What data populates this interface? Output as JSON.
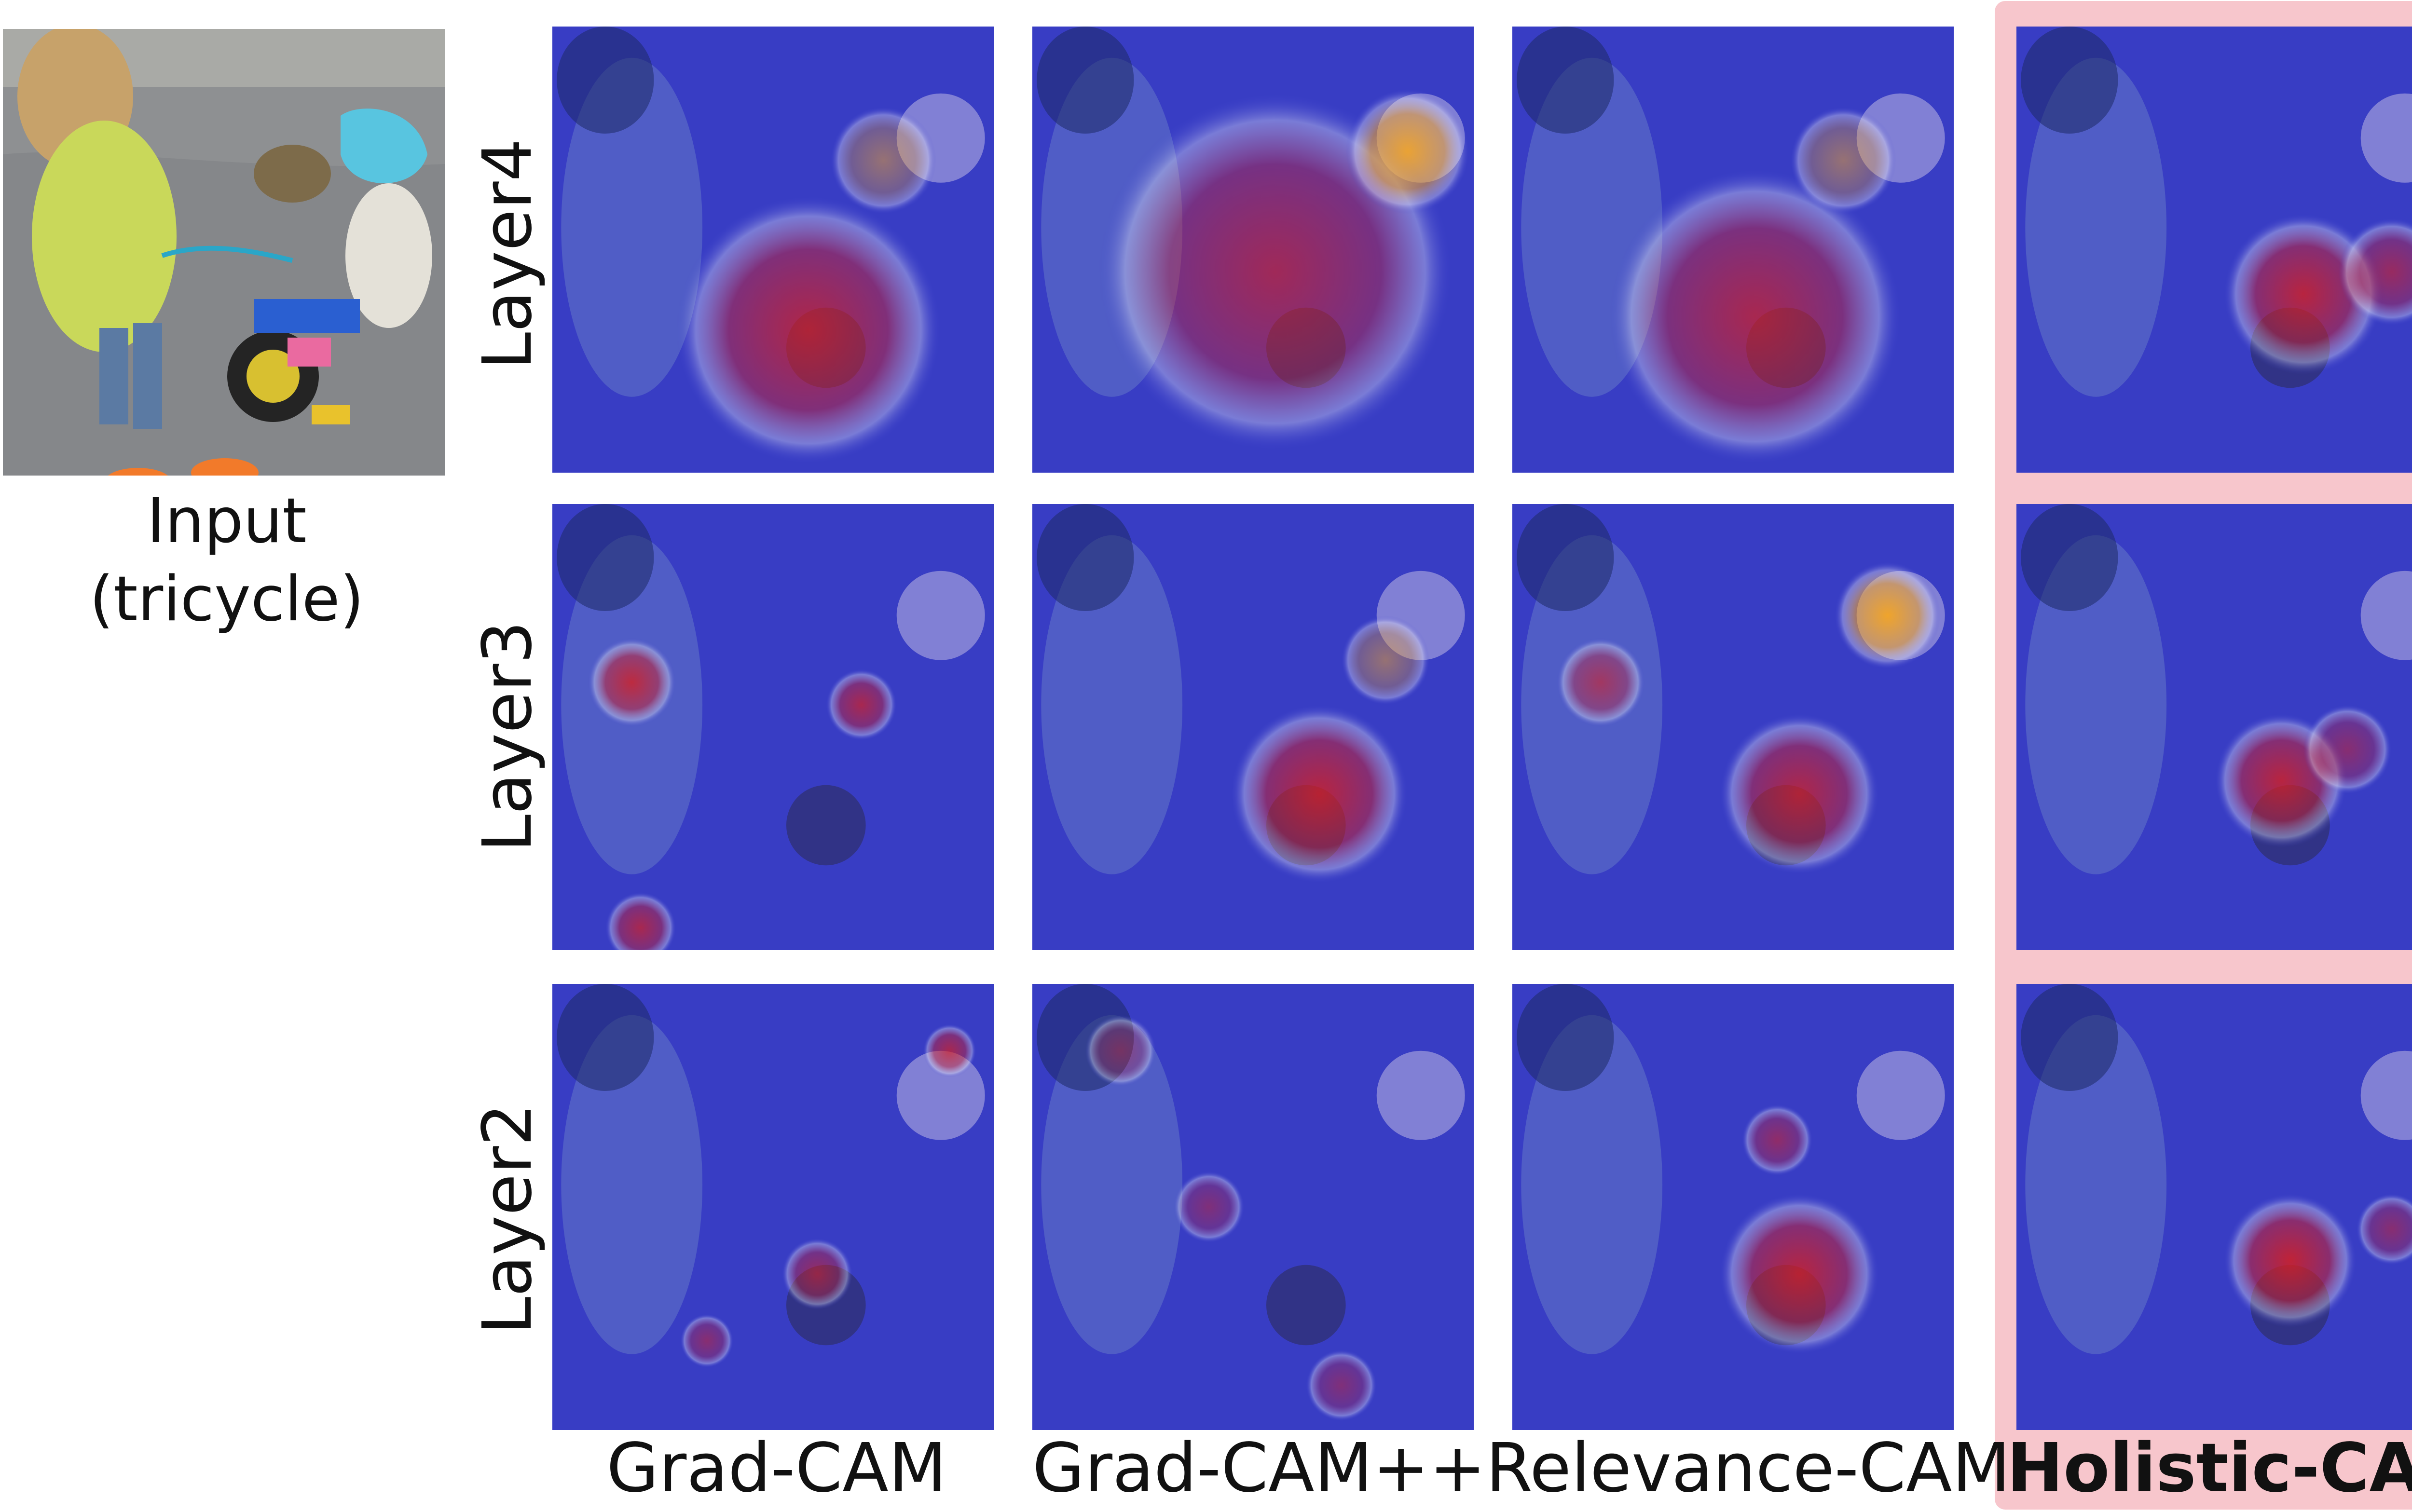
{
  "input": {
    "label_line1": "Input",
    "label_line2": "(tricycle)"
  },
  "rows": [
    {
      "label": "Layer4"
    },
    {
      "label": "Layer3"
    },
    {
      "label": "Layer2"
    }
  ],
  "columns": [
    {
      "label": "Grad-CAM"
    },
    {
      "label": "Grad-CAM++"
    },
    {
      "label": "Relevance-CAM"
    },
    {
      "label": "Holistic-CAM",
      "highlighted": true
    }
  ],
  "colors": {
    "highlight": "#f7c6cc",
    "heat_hot": "#d81e1e",
    "heat_warm": "#f5a623",
    "heat_cool": "#3b3fd1"
  }
}
